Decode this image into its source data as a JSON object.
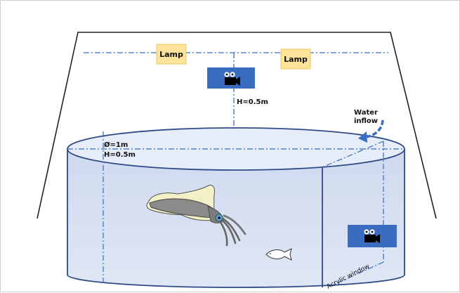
{
  "labels": {
    "lamp_left": "Lamp",
    "lamp_right": "Lamp",
    "camera_height": "H=0.5m",
    "water_line1": "Water",
    "water_line2": "inflow",
    "diameter": "Ø=1m",
    "tank_height": "H=0.5m",
    "window": "Acrylic window"
  },
  "icons": {
    "top_camera": "video-camera-icon",
    "side_camera": "video-camera-icon",
    "squid": "squid-icon",
    "fish": "fish-icon",
    "inflow": "curved-arrow-icon"
  },
  "colors": {
    "lamp_fill": "#fde49a",
    "camera_box": "#3a6cc0",
    "tank_fill": "#d6e0f2",
    "tank_rim": "#e4ecf8",
    "tank_stroke": "#2e4a86",
    "dash": "#3a6cc0",
    "arrow": "#3a6cc0"
  }
}
